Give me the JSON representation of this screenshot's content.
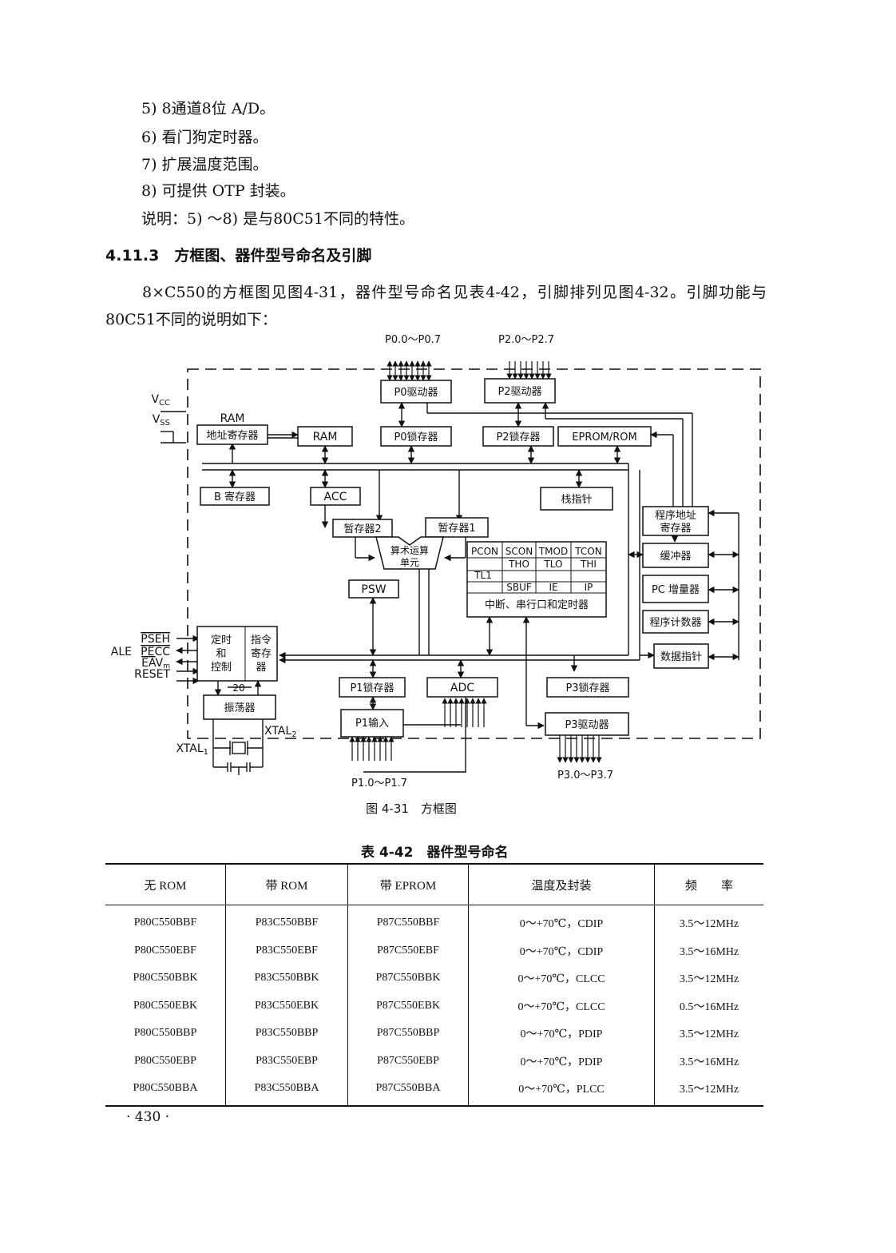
{
  "list_items": [
    "5) 8通道8位 A/D。",
    "6) 看门狗定时器。",
    "7) 扩展温度范围。",
    "8) 可提供 OTP 封装。"
  ],
  "note": "说明：5) ～8) 是与80C51不同的特性。",
  "section_heading": "4.11.3　方框图、器件型号命名及引脚",
  "paragraph": "8×C550的方框图见图4-31，器件型号命名见表4-42，引脚排列见图4-32。引脚功能与80C51不同的说明如下：",
  "diagram": {
    "caption": "图 4-31　方框图",
    "ports": {
      "p0": "P0.0～P0.7",
      "p2": "P2.0～P2.7",
      "p1": "P1.0～P1.7",
      "p3": "P3.0～P3.7"
    },
    "blocks": {
      "p0_driver": "P0驱动器",
      "p2_driver": "P2驱动器",
      "ram_label": "RAM",
      "ram_addr": "地址寄存器",
      "ram": "RAM",
      "p0_latch": "P0锁存器",
      "p2_latch": "P2锁存器",
      "eprom": "EPROM/ROM",
      "b_reg": "B 寄存器",
      "acc": "ACC",
      "stack": "栈指针",
      "prog_addr_1": "程序地址",
      "prog_addr_2": "寄存器",
      "tmp2": "暂存器2",
      "tmp1": "暂存器1",
      "alu_1": "算术运算",
      "alu_2": "单元",
      "buffer": "缓冲器",
      "pc_inc": "PC 增量器",
      "pc": "程序计数器",
      "dptr": "数据指针",
      "psw": "PSW",
      "sfr_cells": [
        "PCON",
        "SCON",
        "TMOD",
        "TCON",
        "THO",
        "TLO",
        "THI",
        "TL1",
        "SBUF",
        "IE",
        "IP"
      ],
      "sfr_label": "中断、串行口和定时器",
      "timing_1": "定时",
      "timing_2": "和",
      "timing_3": "控制",
      "ir_1": "指令",
      "ir_2": "寄存",
      "ir_3": "器",
      "p1_latch": "P1锁存器",
      "adc": "ADC",
      "p3_latch": "P3锁存器",
      "osc": "振荡器",
      "p1_input": "P1输入",
      "p3_driver": "P3驱动器",
      "bus20": "20"
    },
    "signals": {
      "vcc": "V",
      "vcc_sub": "CC",
      "vss": "V",
      "vss_sub": "SS",
      "psen": "PSEH",
      "ale": "ALE",
      "prog": "PECC",
      "ea": "EA",
      "ea_sub": "V",
      "ea_sub2": "m",
      "reset": "RESET",
      "xtal1": "XTAL",
      "xtal1_sub": "1",
      "xtal2": "XTAL",
      "xtal2_sub": "2"
    }
  },
  "table": {
    "title": "表 4-42　器件型号命名",
    "headers": [
      "无 ROM",
      "带 ROM",
      "带 EPROM",
      "温度及封装",
      "频　　率"
    ],
    "rows": [
      [
        "P80C550BBF",
        "P83C550BBF",
        "P87C550BBF",
        "0～+70℃，CDIP",
        "3.5～12MHz"
      ],
      [
        "P80C550EBF",
        "P83C550EBF",
        "P87C550EBF",
        "0～+70℃，CDIP",
        "3.5～16MHz"
      ],
      [
        "P80C550BBK",
        "P83C550BBK",
        "P87C550BBK",
        "0～+70℃，CLCC",
        "3.5～12MHz"
      ],
      [
        "P80C550EBK",
        "P83C550EBK",
        "P87C550EBK",
        "0～+70℃，CLCC",
        "0.5～16MHz"
      ],
      [
        "P80C550BBP",
        "P83C550BBP",
        "P87C550BBP",
        "0～+70℃，PDIP",
        "3.5～12MHz"
      ],
      [
        "P80C550EBP",
        "P83C550EBP",
        "P87C550EBP",
        "0～+70℃，PDIP",
        "3.5～16MHz"
      ],
      [
        "P80C550BBA",
        "P83C550BBA",
        "P87C550BBA",
        "0～+70℃，PLCC",
        "3.5～12MHz"
      ]
    ]
  },
  "page_number": "· 430 ·"
}
